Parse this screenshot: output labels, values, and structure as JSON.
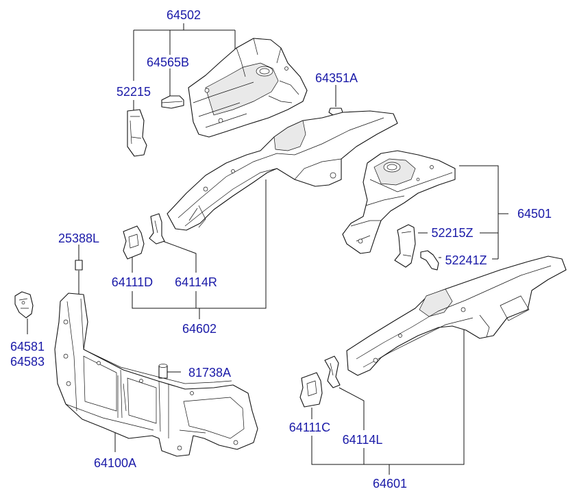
{
  "labels": {
    "p64502": "64502",
    "p64565B": "64565B",
    "p52215": "52215",
    "p64351A": "64351A",
    "p64501": "64501",
    "p52215Z": "52215Z",
    "p52241Z": "52241Z",
    "p25388L": "25388L",
    "p64111D": "64111D",
    "p64114R": "64114R",
    "p64602": "64602",
    "p64581": "64581",
    "p64583": "64583",
    "p81738A": "81738A",
    "p64100A": "64100A",
    "p64111C": "64111C",
    "p64114L": "64114L",
    "p64601": "64601"
  },
  "colors": {
    "label": "#1a1aa8",
    "line": "#111111",
    "background": "#ffffff"
  }
}
